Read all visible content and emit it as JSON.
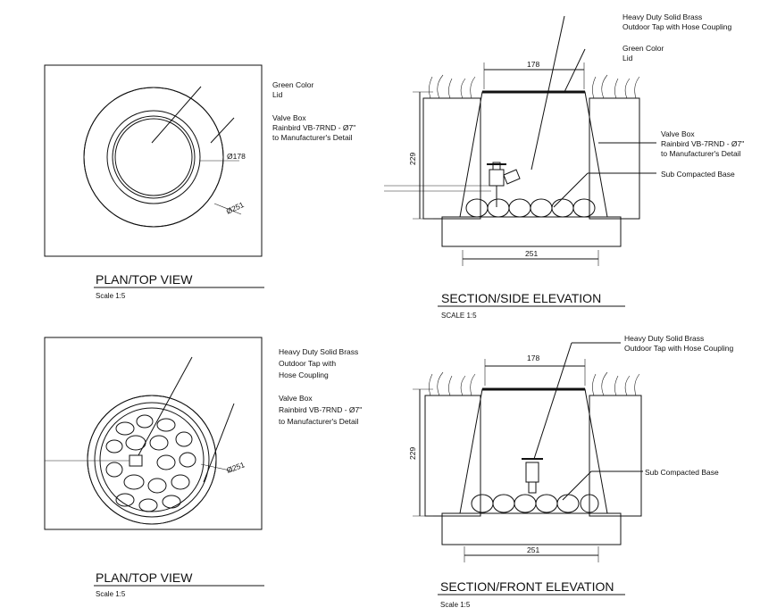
{
  "views": {
    "plan_top": {
      "title": "PLAN/TOP VIEW",
      "scale": "Scale 1:5",
      "labels": {
        "lid_1": "Green Color",
        "lid_2": "Lid",
        "box_1": "Valve Box",
        "box_2": "Rainbird VB-7RND - Ø7\"",
        "box_3": "to Manufacturer's Detail"
      },
      "dims": {
        "inner": "Ø178",
        "outer": "Ø251"
      }
    },
    "section_side": {
      "title": "SECTION/SIDE ELEVATION",
      "scale": "SCALE 1:5",
      "labels": {
        "tap_1": "Heavy Duty Solid Brass",
        "tap_2": "Outdoor Tap with Hose Coupling",
        "lid_1": "Green Color",
        "lid_2": "Lid",
        "box_1": "Valve Box",
        "box_2": "Rainbird VB-7RND - Ø7\"",
        "box_3": "to Manufacturer's Detail",
        "base": "Sub Compacted Base"
      },
      "dims": {
        "top": "178",
        "height": "229",
        "bottom": "251"
      }
    },
    "plan_top_2": {
      "title": "PLAN/TOP VIEW",
      "scale": "Scale 1:5",
      "labels": {
        "tap_1": "Heavy Duty Solid Brass",
        "tap_2": "Outdoor Tap with",
        "tap_3": "Hose Coupling",
        "box_1": "Valve Box",
        "box_2": "Rainbird VB-7RND - Ø7\"",
        "box_3": "to Manufacturer's Detail"
      },
      "dims": {
        "outer": "Ø251"
      }
    },
    "section_front": {
      "title": "SECTION/FRONT ELEVATION",
      "scale": "Scale 1:5",
      "labels": {
        "tap_1": "Heavy Duty Solid Brass",
        "tap_2": "Outdoor Tap with Hose Coupling",
        "base": "Sub Compacted Base"
      },
      "dims": {
        "top": "178",
        "height": "229",
        "bottom": "251"
      }
    }
  }
}
